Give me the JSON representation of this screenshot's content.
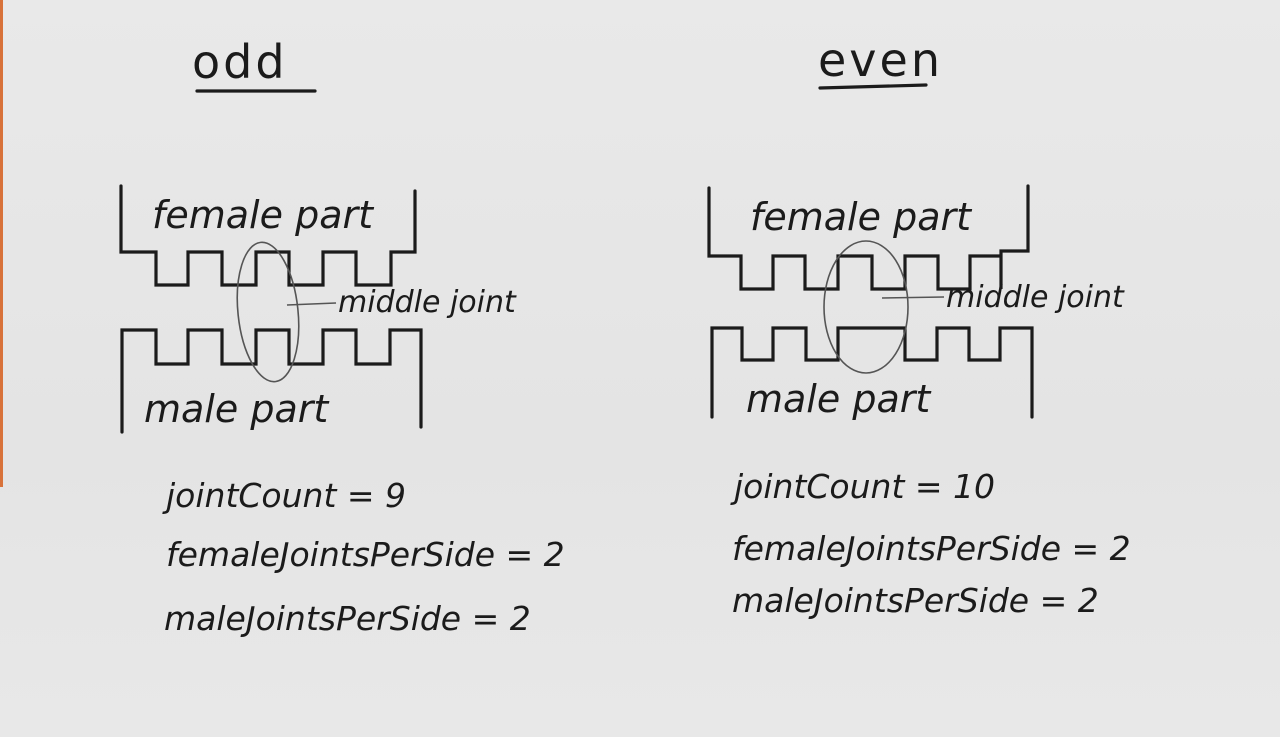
{
  "odd": {
    "title": "odd",
    "female_label": "female part",
    "male_label": "male part",
    "joint_label": "middle joint",
    "joint_count": "jointCount = 9",
    "female_joints": "femaleJointsPerSide = 2",
    "male_joints": "maleJointsPerSide = 2"
  },
  "even": {
    "title": "even",
    "female_label": "female part",
    "male_label": "male part",
    "joint_label": "middle joint",
    "joint_count": "jointCount = 10",
    "female_joints": "femaleJointsPerSide = 2",
    "male_joints": "maleJointsPerSide = 2"
  },
  "colors": {
    "ink": "#1b1b1b",
    "paper": "#e6e6e6",
    "edge": "#d8723a"
  }
}
